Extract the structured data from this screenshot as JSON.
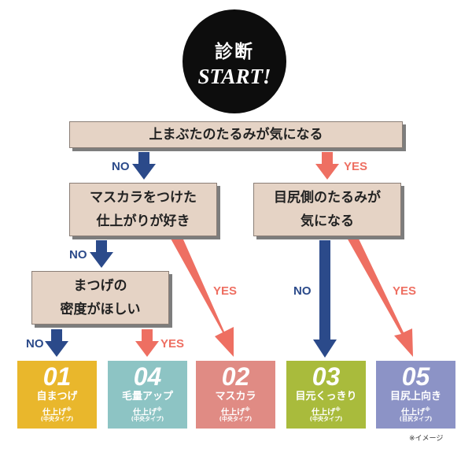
{
  "start": {
    "line1": "診断",
    "line2": "START!"
  },
  "questions": {
    "q1": "上まぶたのたるみが気になる",
    "q2": [
      "マスカラをつけた",
      "仕上がりが好き"
    ],
    "q3": [
      "目尻側のたるみが",
      "気になる"
    ],
    "q4": [
      "まつげの",
      "密度がほしい"
    ]
  },
  "labels": {
    "no": "NO",
    "yes": "YES"
  },
  "results": [
    {
      "num": "01",
      "name": "自まつげ",
      "sub": "仕上げ",
      "mark": "※",
      "note": "(中央タイプ)"
    },
    {
      "num": "04",
      "name": "毛量アップ",
      "sub": "仕上げ",
      "mark": "※",
      "note": "(中央タイプ)"
    },
    {
      "num": "02",
      "name": "マスカラ",
      "sub": "仕上げ",
      "mark": "※",
      "note": "(中央タイプ)"
    },
    {
      "num": "03",
      "name": "目元くっきり",
      "sub": "仕上げ",
      "mark": "※",
      "note": "(中央タイプ)"
    },
    {
      "num": "05",
      "name": "目尻上向き",
      "sub": "仕上げ",
      "mark": "※",
      "note": "(目尻タイプ)"
    }
  ],
  "footnote": "※イメージ",
  "colors": {
    "no_arrow": "#2b4a8a",
    "yes_arrow": "#ee6f62",
    "question_box": "#e5d3c5",
    "result_01": "#e9b72c",
    "result_04": "#8dc4c4",
    "result_02": "#e08b84",
    "result_03": "#a9bb3c",
    "result_05": "#8c93c6"
  }
}
